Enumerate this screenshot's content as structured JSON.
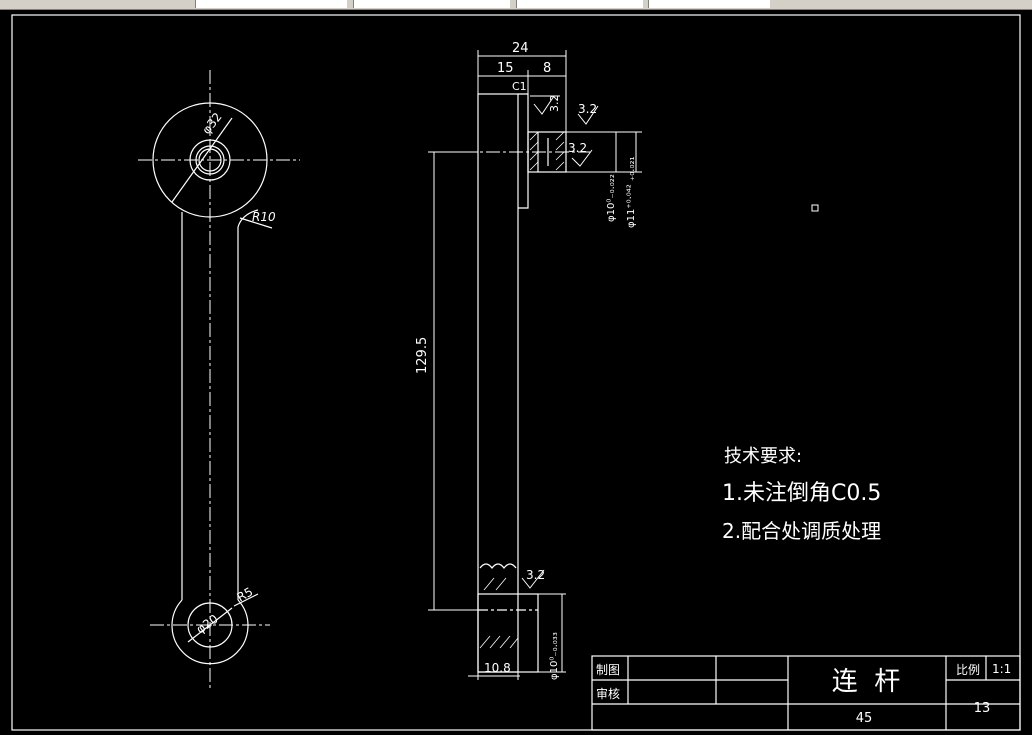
{
  "drawing": {
    "dims_top": {
      "overall": "24",
      "left": "15",
      "right": "8",
      "chamfer": "C1"
    },
    "roughness": {
      "a": "3.2",
      "b": "3.2",
      "c": "3.2",
      "d": "3.2"
    },
    "dims_vertical": {
      "length": "129.5"
    },
    "circle_labels": {
      "big": "φ32",
      "small": "φ20"
    },
    "radius_labels": {
      "r10": "R10",
      "r5": "R5"
    },
    "bore_labels": {
      "top_a": "φ10⁰₋₀.₀₂₂",
      "top_b": "φ11⁺⁰·⁰⁴² ₊₀.₀₂₁",
      "bottom": "φ10⁰₋₀.₀₃₃"
    },
    "bottom_dim": "10.8"
  },
  "notes": {
    "heading": "技术要求:",
    "line1": "1.未注倒角C0.5",
    "line2": "2.配合处调质处理"
  },
  "title_block": {
    "drawn": "制图",
    "checked": "审核",
    "part_name": "连  杆",
    "scale_label": "比例",
    "scale_value": "1:1",
    "material": "45",
    "sheet_no": "13"
  }
}
